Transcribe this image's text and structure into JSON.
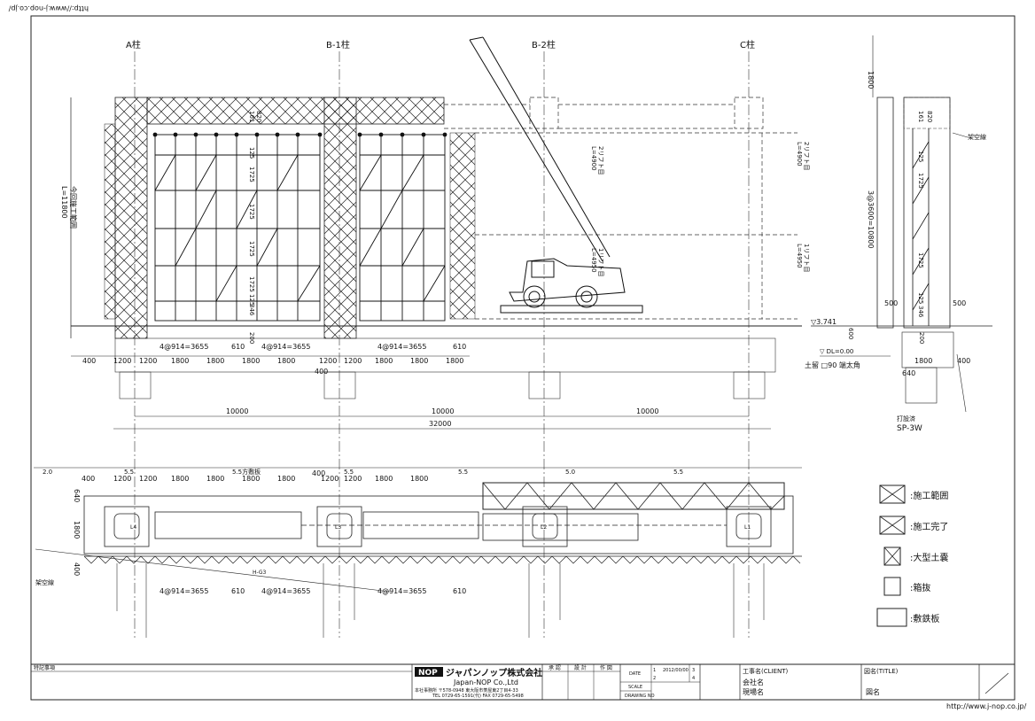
{
  "url_text": "http://www.j-nop.co.jp/",
  "columns": [
    "A柱",
    "B-1柱",
    "B-2柱",
    "C柱"
  ],
  "elevation": {
    "height_left": "L=11800",
    "scope_label": "今回施工範囲",
    "lift1": "L=4900",
    "lift1_sub": "2リフト目",
    "lift2": "L=4950",
    "lift2_sub": "1リフト目",
    "crane_lift1": "L=4900",
    "crane_lift1_sub": "2リフト目",
    "crane_lift2": "L=4950",
    "crane_lift2_sub": "1リフト目",
    "level_mark": "▽3.741",
    "dl_mark": "▽ DL=0.00",
    "vert_dims": [
      "161",
      "820",
      "125",
      "1725",
      "1725",
      "1725",
      "1725",
      "125",
      "346",
      "200"
    ],
    "bay_dims_a": "4@914=3655",
    "bay_dims_b": "4@914=3655",
    "bay_dims_c": "4@914=3655",
    "dim_610a": "610",
    "dim_610b": "610",
    "bottom_dims": [
      "400",
      "1200",
      "1200",
      "1800",
      "1800",
      "1800",
      "1800",
      "1200",
      "1200",
      "1800",
      "1800",
      "1800"
    ],
    "dim_400": "400",
    "span1": "10000",
    "span2": "10000",
    "span3": "10000",
    "total": "32000"
  },
  "section": {
    "top_dim": "1800",
    "height_label": "3@3600=10800",
    "side_note": "架空線",
    "dim_500a": "500",
    "dim_500b": "500",
    "dim_600": "600",
    "dim_200": "200",
    "dim_1800": "1800",
    "dim_400": "400",
    "dim_640": "640",
    "sheet_pile": "土留 □90 端太角",
    "pile_note": "打設済",
    "pile_type": "SP-3W",
    "vert_dims": [
      "161",
      "820",
      "125",
      "1725",
      "1725",
      "125",
      "346"
    ]
  },
  "plan": {
    "spacings": [
      "2.0",
      "5.5",
      "5.5",
      "5.5",
      "5.0",
      "5.5"
    ],
    "walkway": "5.5方敷板",
    "top_dims": [
      "400",
      "1200",
      "1200",
      "1800",
      "1800",
      "1800",
      "1800",
      "400",
      "1200",
      "1200",
      "1800",
      "1800"
    ],
    "left_dims": [
      "640",
      "1800",
      "400"
    ],
    "pier_labels": [
      "L4",
      "L3",
      "L2",
      "L1"
    ],
    "bay_dims_a": "4@914=3655",
    "bay_dims_b": "4@914=3655",
    "bay_dims_c": "4@914=3655",
    "dim_610a": "610",
    "dim_610b": "610",
    "overhead": "架空線",
    "marker": "H-G3"
  },
  "legend": [
    {
      "label": ":施工範囲",
      "style": "cross"
    },
    {
      "label": ":施工完了",
      "style": "cross-dense"
    },
    {
      "label": ":大型土嚢",
      "style": "cross-small"
    },
    {
      "label": ":箱抜",
      "style": "box"
    },
    {
      "label": ":敷鉄板",
      "style": "rect"
    }
  ],
  "title_block": {
    "special_notes": "特記事項",
    "company_jp": "ジャパンノップ株式会社",
    "company_en": "Japan-NOP Co.,Ltd",
    "logo": "NOP",
    "address": "本社事務所 〒578-0948 東大阪市菱屋東2丁目4-33",
    "tel": "TEL 0729-65-1591(代) FAX 0729-65-5498",
    "approve_cols": [
      "承 認",
      "設 計",
      "作 図"
    ],
    "date_label": "DATE",
    "date_val": "2012/00/00",
    "rev": [
      "1",
      "2",
      "3",
      "4"
    ],
    "scale": "SCALE",
    "drawing_no": "DRAWING NO",
    "client_label": "工事名(CLIENT)",
    "client_line1": "会社名",
    "client_line2": "現場名",
    "title_label": "図名(TITLE)",
    "title_value": "図名"
  }
}
